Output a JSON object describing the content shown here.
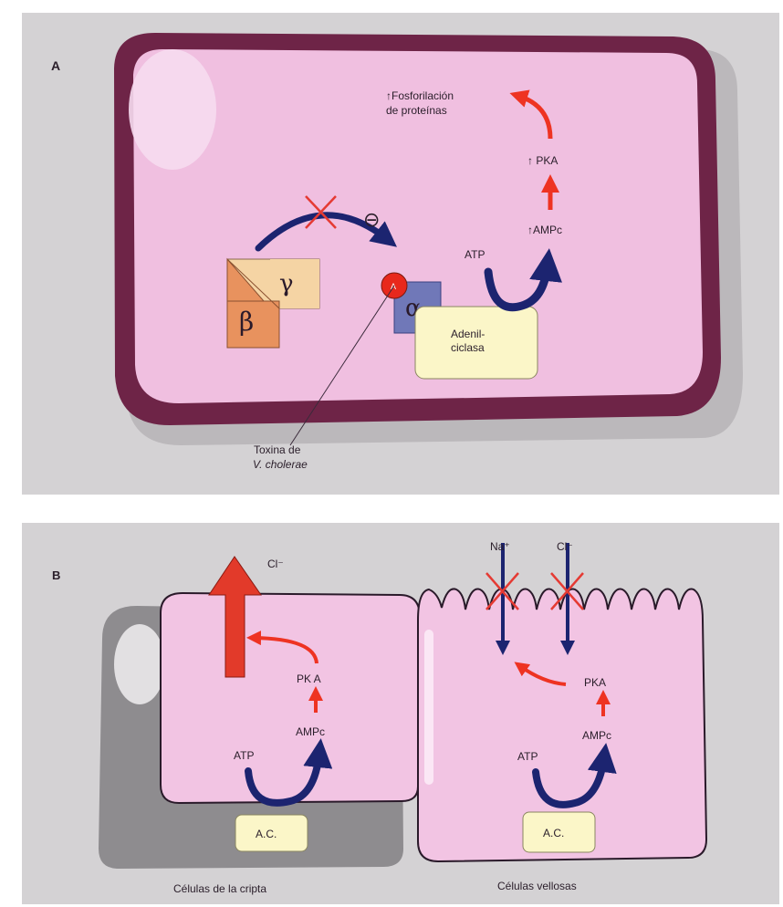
{
  "colors": {
    "page_background": "#d4d2d4",
    "paper_lines": "#bdbbbe",
    "cell_membrane": "#6e2447",
    "cytoplasm": "#f0bfe0",
    "cell_fill": "#f2c4e3",
    "pathway_arrow_red": "#ee3322",
    "cycle_arrow_navy": "#1c2470",
    "gamma_subunit": "#f5d4a4",
    "beta_subunit": "#e8925e",
    "alpha_subunit": "#7078b8",
    "enzyme_box": "#fbf6c8",
    "toxin_dot": "#e8281c",
    "shadow_gray": "#8e8c8f",
    "inhibition_cross": "#e53a33"
  },
  "panel_a": {
    "label": "A",
    "protein_phosphorylation": [
      "↑Fosforilación",
      "de proteínas"
    ],
    "pka": "↑ PKA",
    "camp": "↑AMPc",
    "atp": "ATP",
    "enzyme": [
      "Adenil-",
      "ciclasa"
    ],
    "gamma": "γ",
    "beta": "β",
    "alpha": "α",
    "toxin_site": "A",
    "inhibition_symbol": "⊖",
    "toxin_caption": [
      "Toxina de",
      "V. cholerae"
    ]
  },
  "panel_b": {
    "label": "B",
    "crypt_cell": {
      "chloride": "Cl⁻",
      "pka": "PK A",
      "camp": "AMPc",
      "atp": "ATP",
      "enzyme": "A.C.",
      "caption": "Células de la cripta"
    },
    "villus_cell": {
      "sodium": "Na⁺",
      "chloride": "Cl⁻",
      "pka": "PKA",
      "camp": "AMPc",
      "atp": "ATP",
      "enzyme": "A.C.",
      "caption": "Células vellosas"
    }
  }
}
